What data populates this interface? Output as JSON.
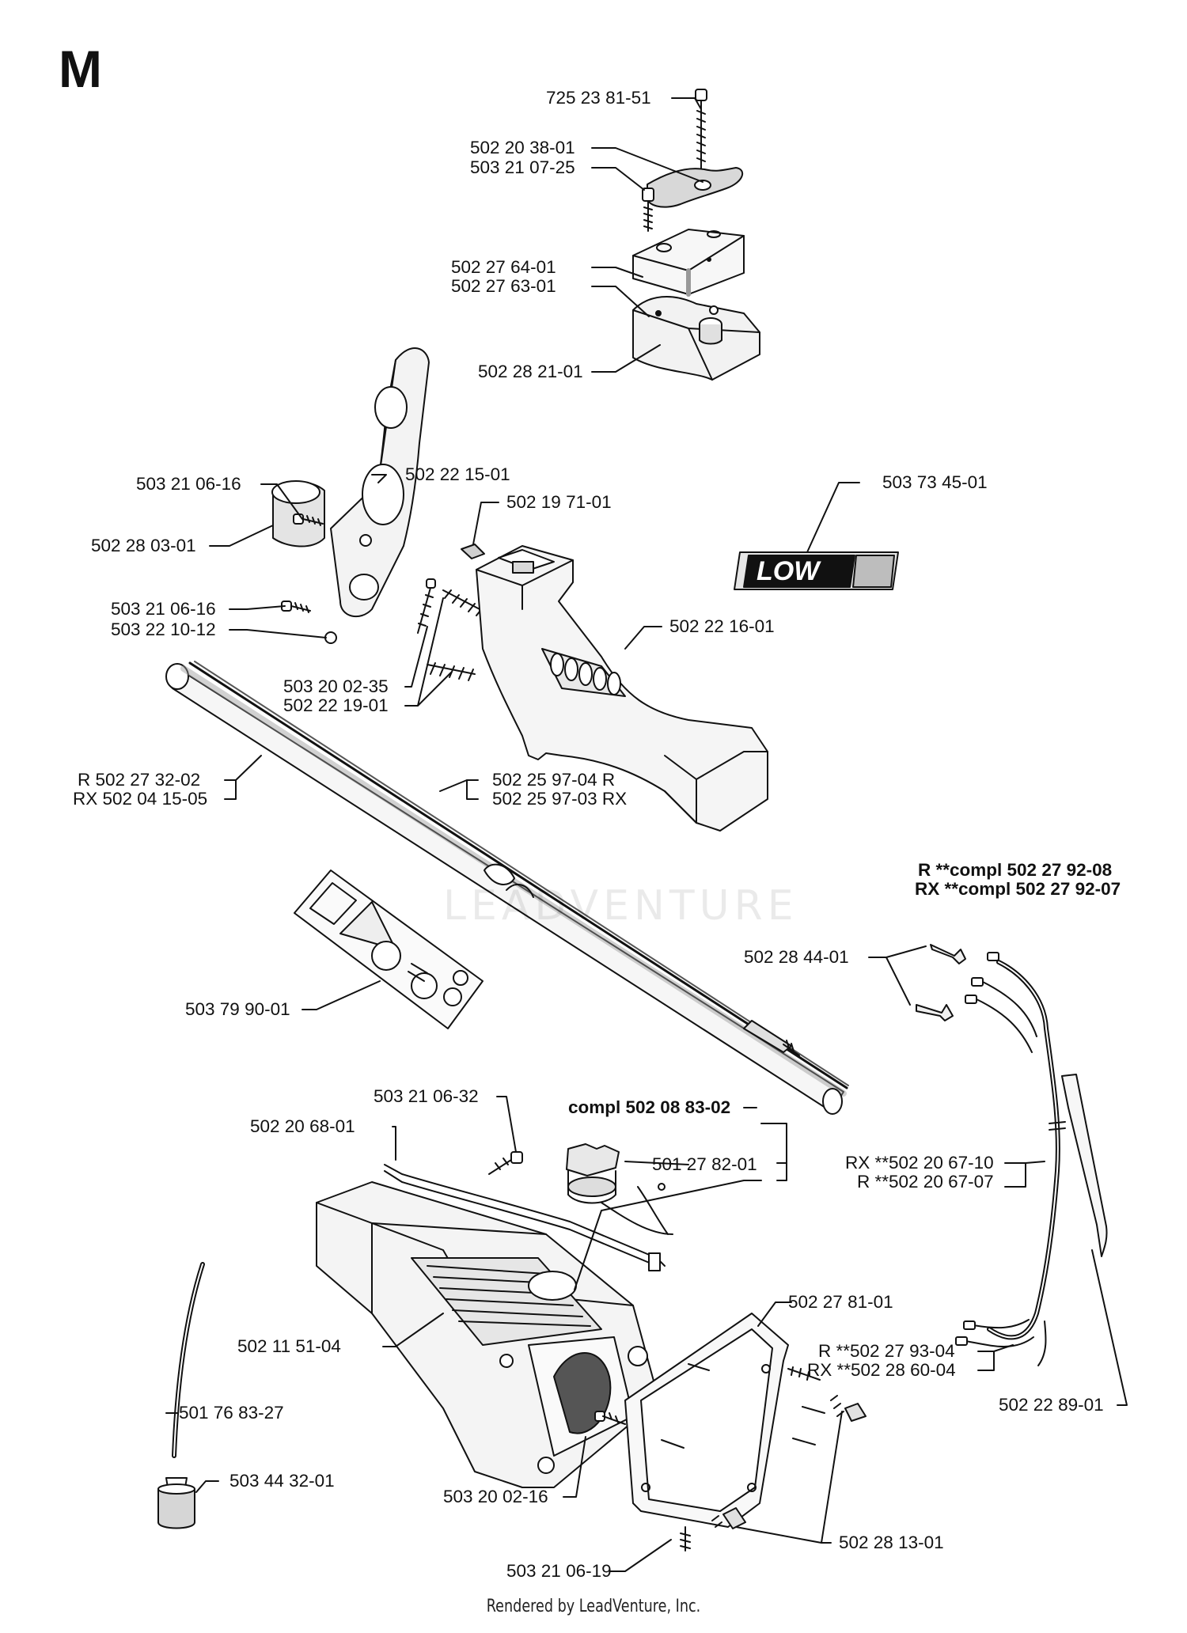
{
  "section_letter": "M",
  "footer": "Rendered by LeadVenture, Inc.",
  "watermark": "LEADVENTURE",
  "logo_text": "LOW",
  "colors": {
    "line": "#111111",
    "shade": "#cfcfcf",
    "logo_bg": "#e6e6e6"
  },
  "labels": {
    "p725238151": "725 23 81-51",
    "p502203801": "502 20 38-01",
    "p503210725": "503 21 07-25",
    "p502276401": "502 27 64-01",
    "p502276301": "502 27 63-01",
    "p502282101": "502 28 21-01",
    "p503210616a": "503 21 06-16",
    "p502221501": "502 22 15-01",
    "p502197101": "502 19 71-01",
    "p503734501": "503 73 45-01",
    "p502280301": "502 28 03-01",
    "p503210616b": "503 21 06-16",
    "p503221012": "503 22 10-12",
    "p502221601": "502 22 16-01",
    "p503200235": "503 20 02-35",
    "p502221901": "502 22 19-01",
    "p502273202": "R 502 27 32-02",
    "p502041505": "RX 502 04 15-05",
    "p502259704": "502 25 97-04 R",
    "p502259703": "502 25 97-03 RX",
    "compl_r": "R **compl 502 27 92-08",
    "compl_rx": "RX **compl 502 27 92-07",
    "p502284401": "502 28 44-01",
    "p503799001": "503 79 90-01",
    "p503210632": "503 21 06-32",
    "compl_cap": "compl 502 08 83-02",
    "p502206801": "502 20 68-01",
    "p501278201": "501 27 82-01",
    "p502206710": "RX **502 20 67-10",
    "p502206707": "R **502 20 67-07",
    "p502278101": "502 27 81-01",
    "p502115104": "502 11 51-04",
    "p502279304": "R **502 27 93-04",
    "p502286004": "RX **502 28 60-04",
    "p502228901": "502 22 89-01",
    "p501768327": "501 76 83-27",
    "p503443201": "503 44 32-01",
    "p503200216": "503 20 02-16",
    "p502281301": "502 28 13-01",
    "p503210619": "503 21 06-19"
  }
}
